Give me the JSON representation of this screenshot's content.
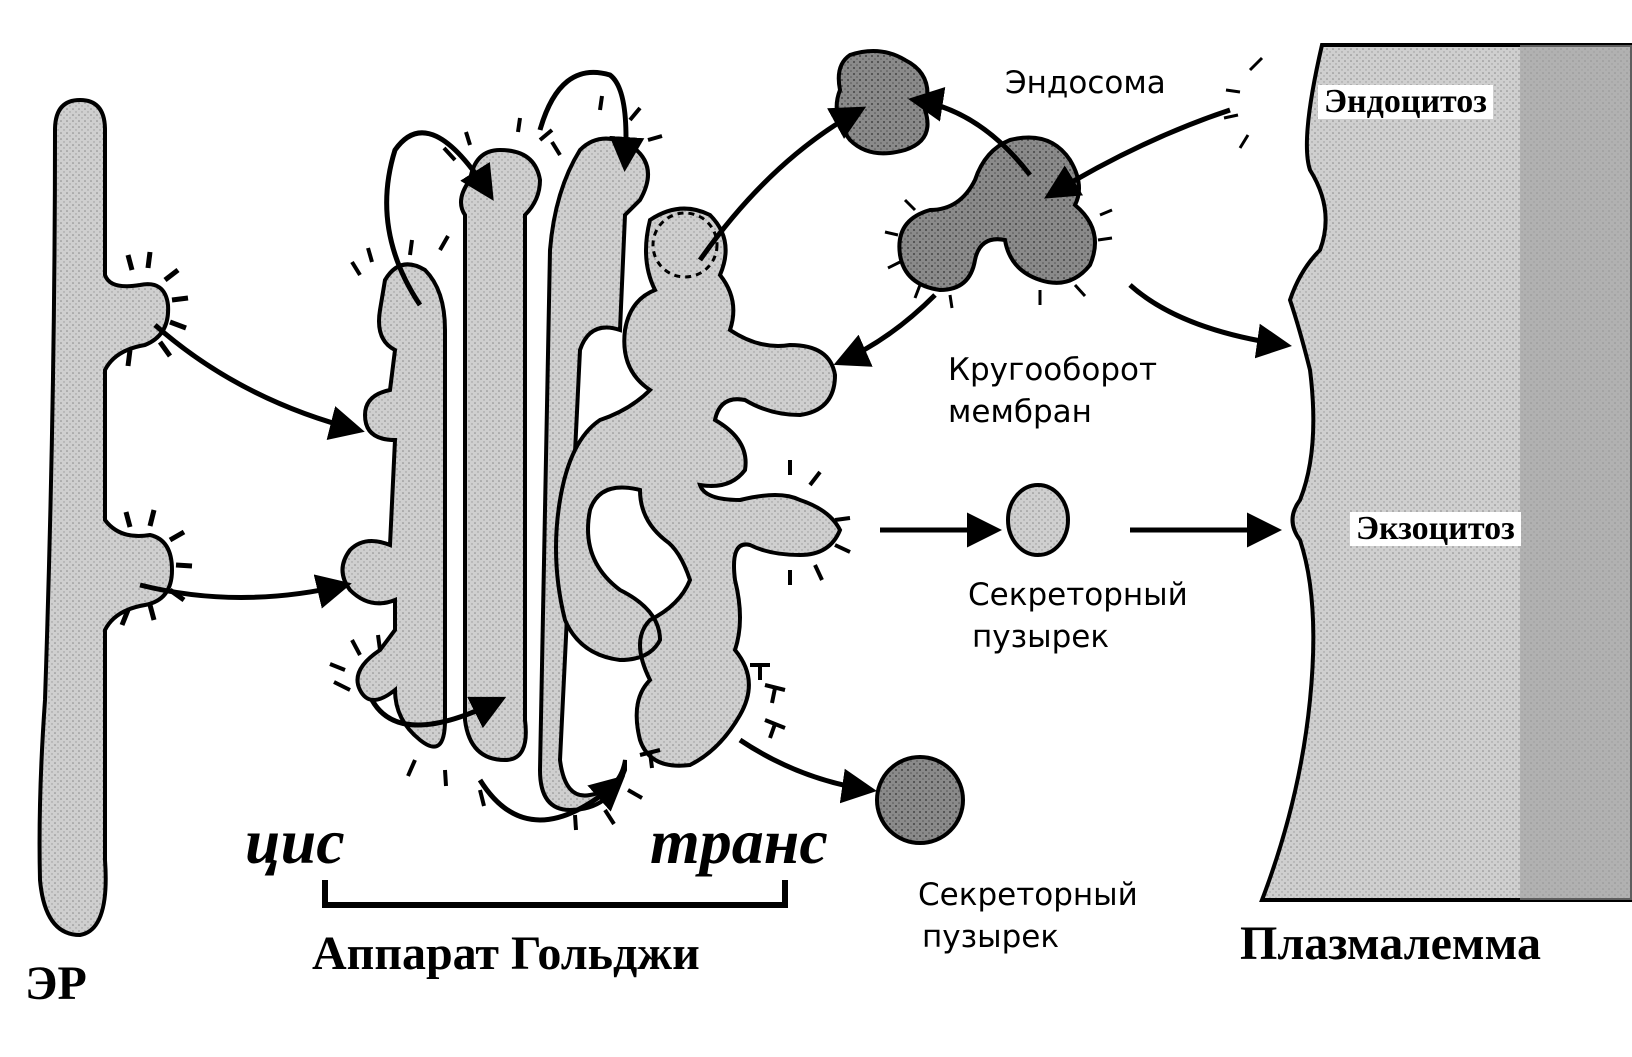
{
  "labels": {
    "er": "ЭР",
    "golgi": "Аппарат Гольджи",
    "cis": "цис",
    "trans": "транс",
    "endosome": "Эндосома",
    "endocytosis": "Эндоцитоз",
    "recycling_line1": "Кругооборот",
    "recycling_line2": "мембран",
    "exocytosis": "Экзоцитоз",
    "secretory1_line1": "Секреторный",
    "secretory1_line2": "пузырек",
    "secretory2_line1": "Секреторный",
    "secretory2_line2": "пузырек",
    "plasmalemma": "Плазмалемма"
  },
  "colors": {
    "ink": "#000000",
    "organelle_fill": "#cfcfcf",
    "dark_fill": "#8a8a8a",
    "membrane_fill": "#b5b5b5",
    "background": "#ffffff"
  }
}
